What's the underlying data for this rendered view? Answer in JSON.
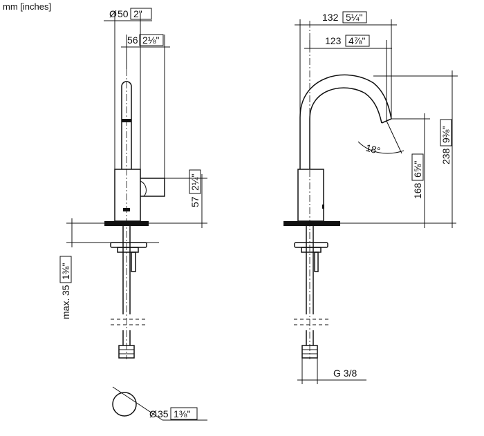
{
  "units_note": "mm [inches]",
  "dimensions": {
    "spout_diameter": {
      "symbol": "Ø",
      "mm": "50",
      "inch": "2\""
    },
    "lever_width": {
      "mm": "56",
      "inch": "2⅛\""
    },
    "lever_height": {
      "mm": "57",
      "inch": "2¼\""
    },
    "max_thickness": {
      "prefix": "max.",
      "mm": "35",
      "inch": "1⅜\""
    },
    "hole_diameter": {
      "symbol": "Ø",
      "mm": "35",
      "inch": "1⅜\""
    },
    "reach_outer": {
      "mm": "132",
      "inch": "5¼\""
    },
    "reach_inner": {
      "mm": "123",
      "inch": "4⅞\""
    },
    "total_height": {
      "mm": "238",
      "inch": "9⅜\""
    },
    "outlet_height": {
      "mm": "168",
      "inch": "6⅝\""
    },
    "spout_angle": "18°",
    "connection": "G 3/8"
  }
}
